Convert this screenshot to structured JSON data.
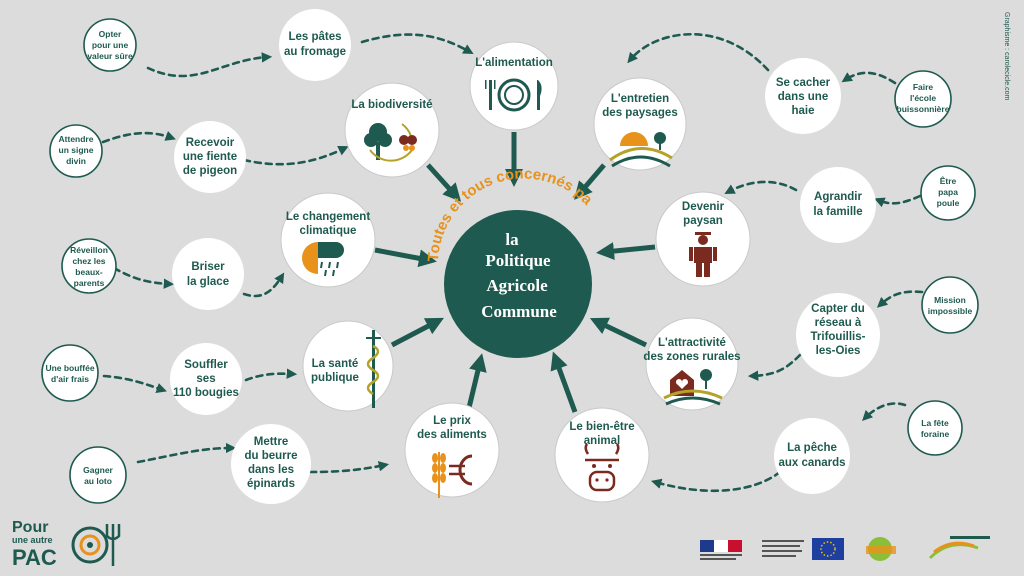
{
  "center": {
    "arc_text": "Toutes et tous concernés par",
    "lines": [
      "la",
      "Politique",
      "Agricole",
      "Commune"
    ]
  },
  "themes": {
    "alimentation": "L'alimentation",
    "biodiversite": "La biodiversité",
    "paysages_1": "L'entretien",
    "paysages_2": "des paysages",
    "climat_1": "Le changement",
    "climat_2": "climatique",
    "paysan_1": "Devenir",
    "paysan_2": "paysan",
    "sante_1": "La santé",
    "sante_2": "publique",
    "rurales_1": "L'attractivité",
    "rurales_2": "des zones rurales",
    "prix_1": "Le prix",
    "prix_2": "des aliments",
    "animal_1": "Le bien-être",
    "animal_2": "animal"
  },
  "mid": {
    "pates_1": "Les pâtes",
    "pates_2": "au fromage",
    "fiente_1": "Recevoir",
    "fiente_2": "une fiente",
    "fiente_3": "de pigeon",
    "glace_1": "Briser",
    "glace_2": "la glace",
    "bougies_1": "Souffler",
    "bougies_2": "ses",
    "bougies_3": "110 bougies",
    "beurre_1": "Mettre",
    "beurre_2": "du beurre",
    "beurre_3": "dans les",
    "beurre_4": "épinards",
    "haie_1": "Se cacher",
    "haie_2": "dans une",
    "haie_3": "haie",
    "famille_1": "Agrandir",
    "famille_2": "la famille",
    "reseau_1": "Capter du",
    "reseau_2": "réseau à",
    "reseau_3": "Trifouillis-",
    "reseau_4": "les-Oies",
    "canards_1": "La pêche",
    "canards_2": "aux canards"
  },
  "small": {
    "valeur_1": "Opter",
    "valeur_2": "pour une",
    "valeur_3": "valeur sûre",
    "divin_1": "Attendre",
    "divin_2": "un signe",
    "divin_3": "divin",
    "reveillon_1": "Réveillon",
    "reveillon_2": "chez les",
    "reveillon_3": "beaux-",
    "reveillon_4": "parents",
    "bouffee_1": "Une bouffée",
    "bouffee_2": "d'air frais",
    "loto_1": "Gagner",
    "loto_2": "au loto",
    "ecole_1": "Faire",
    "ecole_2": "l'école",
    "ecole_3": "buissonnière",
    "poule_1": "Être",
    "poule_2": "papa",
    "poule_3": "poule",
    "mission_1": "Mission",
    "mission_2": "impossible",
    "foire_1": "La fête",
    "foire_2": "foraine"
  },
  "credit": "Graphisme : carolecicle.com",
  "logo": {
    "line1": "Pour",
    "line2": "une autre",
    "line3": "PAC"
  },
  "colors": {
    "primary": "#1e5a4f",
    "accent": "#e8921c",
    "background": "#dcdcdc",
    "wine": "#7a2a1e"
  }
}
